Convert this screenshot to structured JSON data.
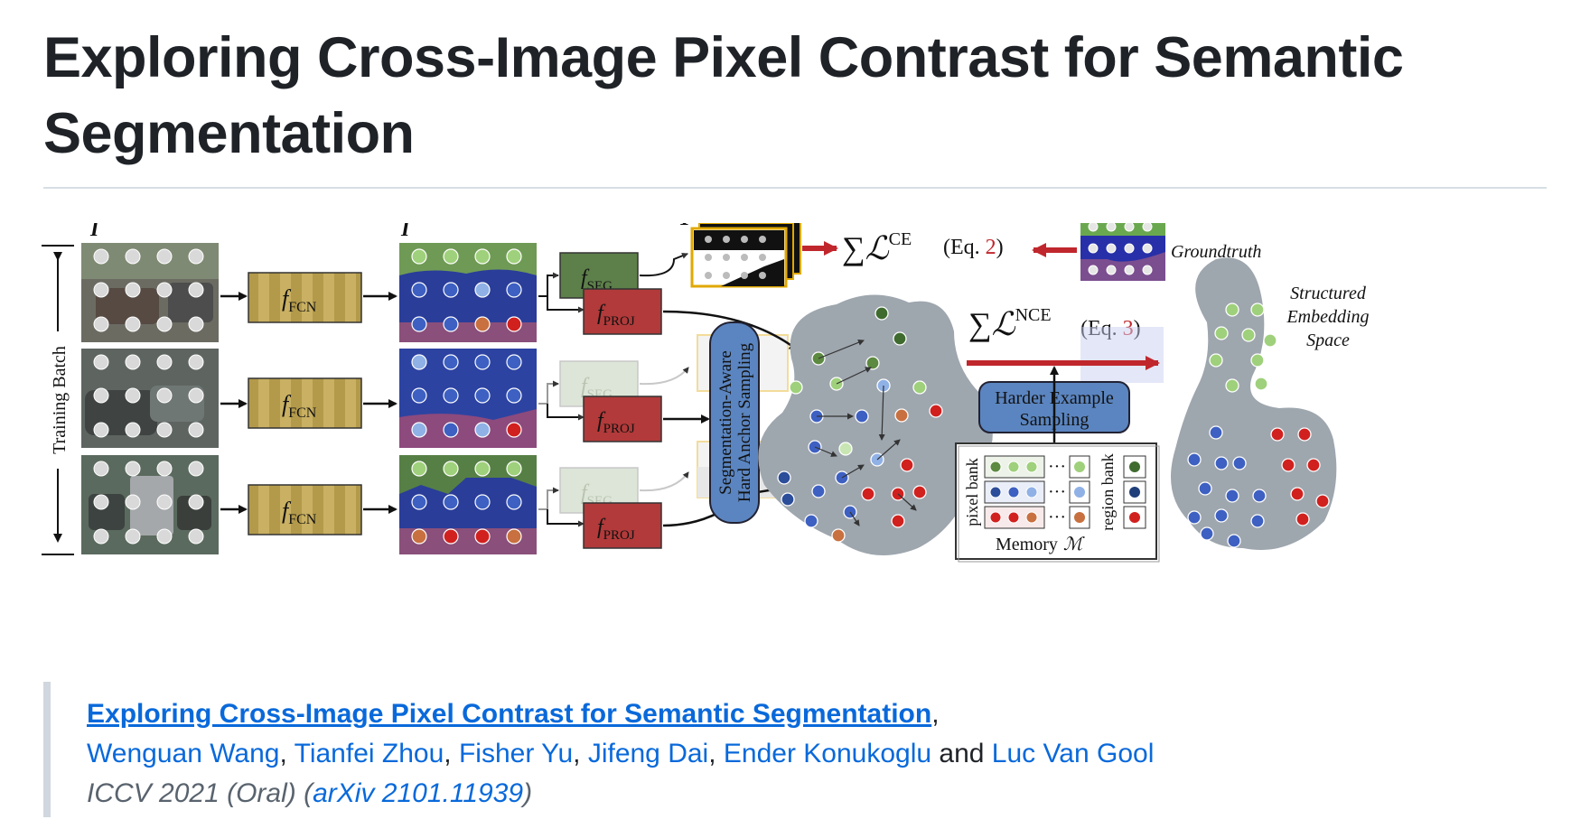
{
  "page": {
    "title": "Exploring Cross-Image Pixel Contrast for Semantic Segmentation"
  },
  "figure": {
    "label_I_left": "I",
    "label_I_mid": "I",
    "label_Y": "Y",
    "training_batch": "Training Batch",
    "f_fcn": "f",
    "f_fcn_sub": "FCN",
    "f_seg": "f",
    "f_seg_sub": "SEG",
    "f_proj": "f",
    "f_proj_sub": "PROJ",
    "sum_symbol": "∑",
    "loss_symbol": "ℒ",
    "ce_sup": "CE",
    "nce_sup": "NCE",
    "eq_prefix": "(Eq. ",
    "eq2_num": "2",
    "eq3_num": "3",
    "eq_suffix": ")",
    "groundtruth": "Groundtruth",
    "sampler": "Segmentation-Aware Hard Anchor Sampling",
    "sampler_line1": "Segmentation-Aware",
    "sampler_line2": "Hard Anchor Sampling",
    "harder_line1": "Harder Example",
    "harder_line2": "Sampling",
    "pixel_bank": "pixel bank",
    "region_bank": "region bank",
    "memory_label": "Memory",
    "memory_symbol": "ℳ",
    "bank_ellipsis": "···",
    "structured_line1": "Structured",
    "structured_line2": "Embedding",
    "structured_line3": "Space",
    "colors": {
      "green": "#69a84f",
      "blue": "#3564b0",
      "red": "#cc2222",
      "fcn_box": "#c7ad5a",
      "seg_box": "#5d7f4a",
      "proj_box": "#a73b3b",
      "sampler_box": "#5b85c0",
      "arrow_red": "#c0272d"
    }
  },
  "citation": {
    "paper_link": "Exploring Cross-Image Pixel Contrast for Semantic Segmentation",
    "after_link": ",",
    "authors": [
      "Wenguan Wang",
      "Tianfei Zhou",
      "Fisher Yu",
      "Jifeng Dai",
      "Ender Konukoglu",
      "Luc Van Gool"
    ],
    "comma": ", ",
    "and_word": " and ",
    "venue": "ICCV 2021 (Oral)",
    "open_paren": "(",
    "arxiv": "arXiv 2101.11939",
    "close_paren": ")"
  }
}
